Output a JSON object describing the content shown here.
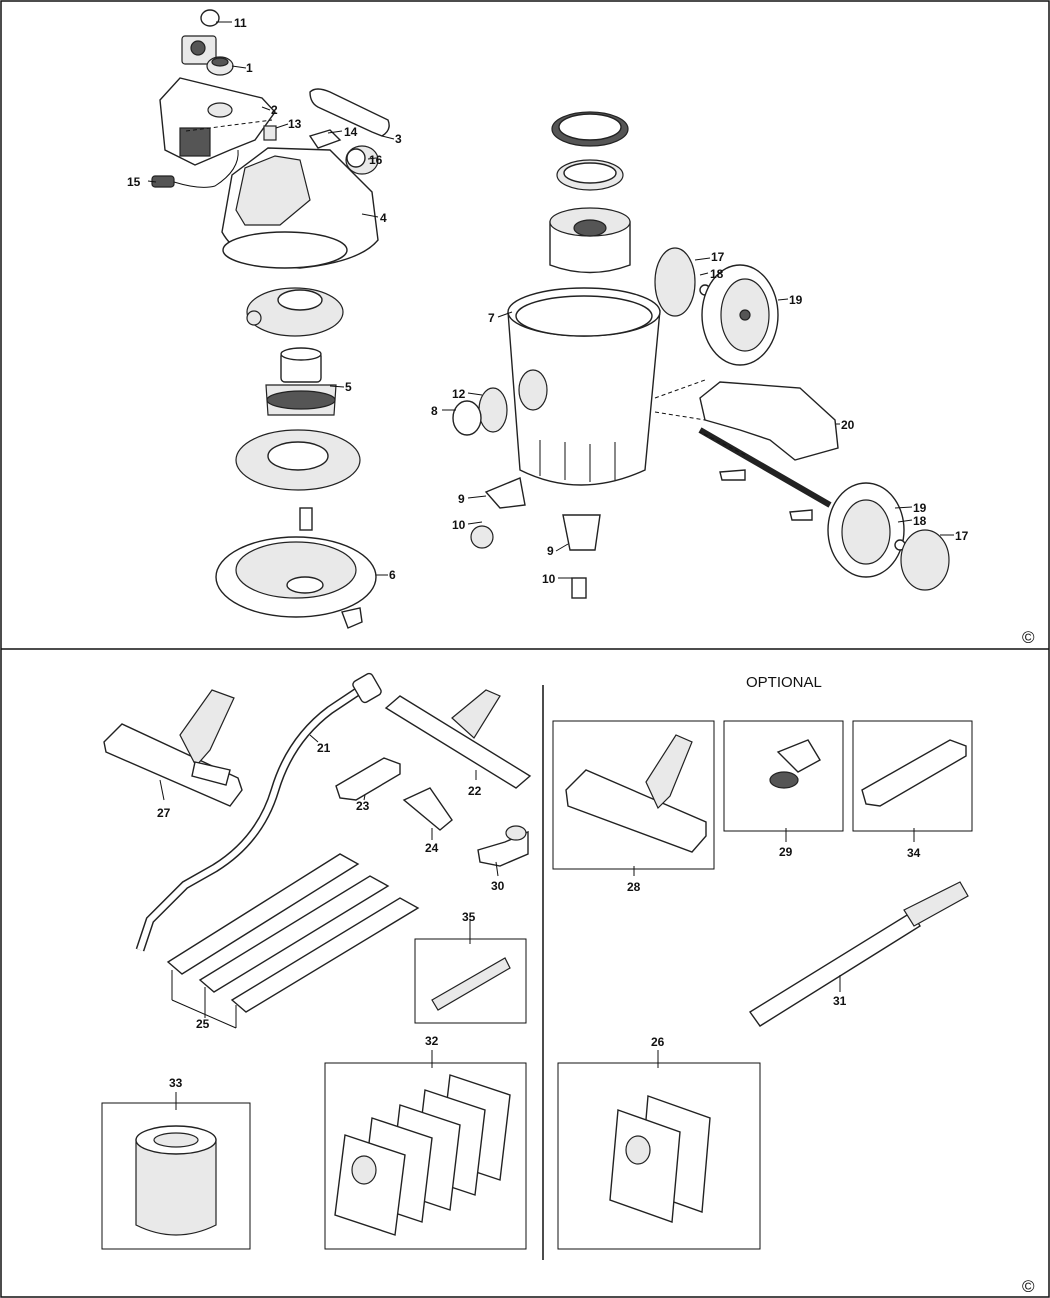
{
  "optional_heading": "OPTIONAL",
  "copyright_symbol": "©",
  "callouts": {
    "c1": "1",
    "c2": "2",
    "c3": "3",
    "c4": "4",
    "c5": "5",
    "c6": "6",
    "c7": "7",
    "c8": "8",
    "c9a": "9",
    "c9b": "9",
    "c10a": "10",
    "c10b": "10",
    "c11": "11",
    "c12": "12",
    "c13": "13",
    "c14": "14",
    "c15": "15",
    "c16": "16",
    "c17a": "17",
    "c17b": "17",
    "c18a": "18",
    "c18b": "18",
    "c19a": "19",
    "c19b": "19",
    "c20": "20",
    "c21": "21",
    "c22": "22",
    "c23": "23",
    "c24": "24",
    "c25": "25",
    "c26": "26",
    "c27": "27",
    "c28": "28",
    "c29": "29",
    "c30": "30",
    "c31": "31",
    "c32": "32",
    "c33": "33",
    "c34": "34",
    "c35": "35"
  }
}
